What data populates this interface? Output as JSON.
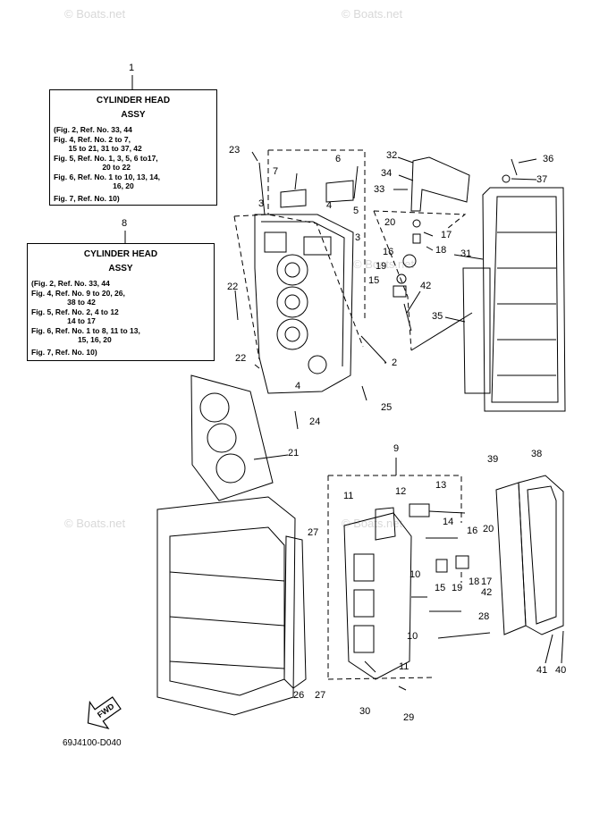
{
  "watermark": "© Boats.net",
  "box1": {
    "num": "1",
    "title1": "CYLINDER HEAD",
    "title2": "ASSY",
    "refs": [
      "(Fig. 2, Ref. No. 33, 44",
      "Fig. 4, Ref. No. 2 to 7,",
      "       15 to 21, 31 to 37, 42",
      "Fig. 5, Ref. No. 1, 3, 5, 6 to17,",
      "                       20 to 22",
      "Fig. 6, Ref. No. 1 to 10, 13, 14,",
      "                            16, 20",
      "Fig. 7, Ref. No. 10)"
    ]
  },
  "box8": {
    "num": "8",
    "title1": "CYLINDER HEAD",
    "title2": "ASSY",
    "refs": [
      "(Fig. 2, Ref. No. 33, 44",
      "Fig. 4, Ref. No. 9 to 20, 26,",
      "                 38 to 42",
      "Fig. 5, Ref. No. 2, 4 to 12",
      "                 14 to 17",
      "Fig. 6, Ref. No. 1 to 8, 11 to 13,",
      "                      15, 16, 20",
      "Fig. 7, Ref. No. 10)"
    ]
  },
  "fwd_label": "FWD",
  "diagram_code": "69J4100-D040",
  "labels": {
    "l23": "23",
    "l7": "7",
    "l6": "6",
    "l3a": "3",
    "l4a": "4",
    "l5": "5",
    "l3b": "3",
    "l32": "32",
    "l34": "34",
    "l33": "33",
    "l36": "36",
    "l37": "37",
    "l20a": "20",
    "l17a": "17",
    "l16a": "16",
    "l18a": "18",
    "l19a": "19",
    "l15a": "15",
    "l42a": "42",
    "l31": "31",
    "l35": "35",
    "l22a": "22",
    "l22b": "22",
    "l2": "2",
    "l4b": "4",
    "l24": "24",
    "l25": "25",
    "l21": "21",
    "l9": "9",
    "l39": "39",
    "l38": "38",
    "l11a": "11",
    "l12": "12",
    "l13": "13",
    "l14": "14",
    "l27a": "27",
    "l16b": "16",
    "l20b": "20",
    "l10a": "10",
    "l15b": "15",
    "l19b": "19",
    "l18b": "18",
    "l17b": "17",
    "l42b": "42",
    "l28": "28",
    "l10b": "10",
    "l11b": "11",
    "l26": "26",
    "l27b": "27",
    "l30": "30",
    "l29": "29",
    "l41": "41",
    "l40": "40"
  }
}
